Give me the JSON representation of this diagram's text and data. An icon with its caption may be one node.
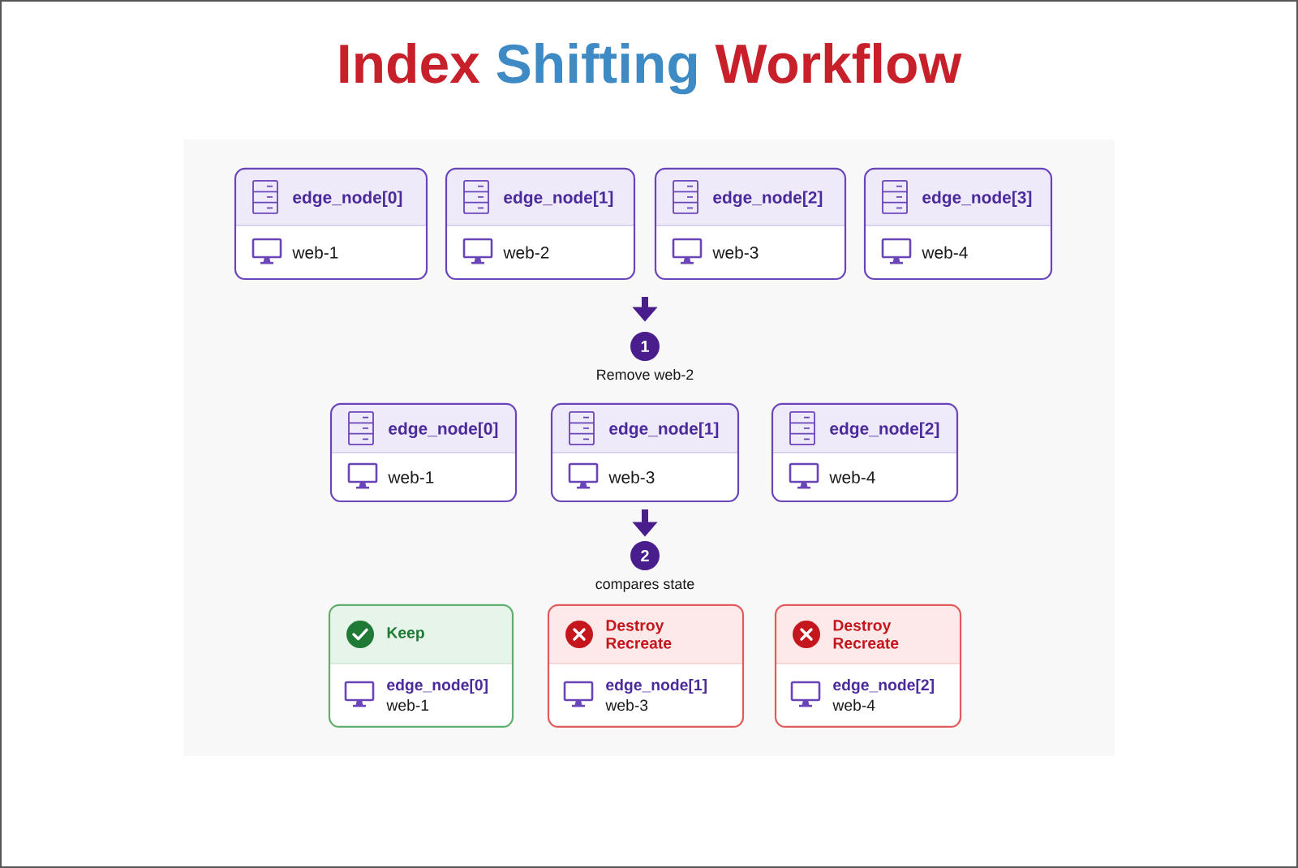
{
  "diagram": {
    "title": "Index Shifting Workflow",
    "nodes": [
      {
        "text": [
          "edge_node[0]",
          "web-1"
        ]
      },
      {
        "text": [
          "edge_node[1]",
          "web-2"
        ]
      },
      {
        "text": [
          "edge_node[2]",
          "web-3"
        ]
      },
      {
        "text": [
          "edge_node[3]",
          "web-4"
        ]
      },
      {
        "text": [
          "1"
        ],
        "beside": [
          "Remove web-2"
        ]
      },
      {
        "text": [
          "edge_node[0]",
          "web-1"
        ]
      },
      {
        "text": [
          "edge_node[1]",
          "web-3"
        ]
      },
      {
        "text": [
          "edge_node[2]",
          "web-4"
        ]
      },
      {
        "text": [
          "2"
        ],
        "beside": [
          "compares state"
        ]
      },
      {
        "text": [
          "Keep",
          "edge_node[0]",
          "web-1"
        ]
      },
      {
        "text": [
          "Destroy Recreate",
          "edge_node[1]",
          "web-3"
        ]
      },
      {
        "text": [
          "Destroy Recreate",
          "edge_node[2]",
          "web-4"
        ]
      }
    ],
    "edges": [
      {
        "from": null,
        "to": 4,
        "arrow": "to"
      },
      {
        "from": 6,
        "to": 8,
        "arrow": "to"
      }
    ]
  }
}
